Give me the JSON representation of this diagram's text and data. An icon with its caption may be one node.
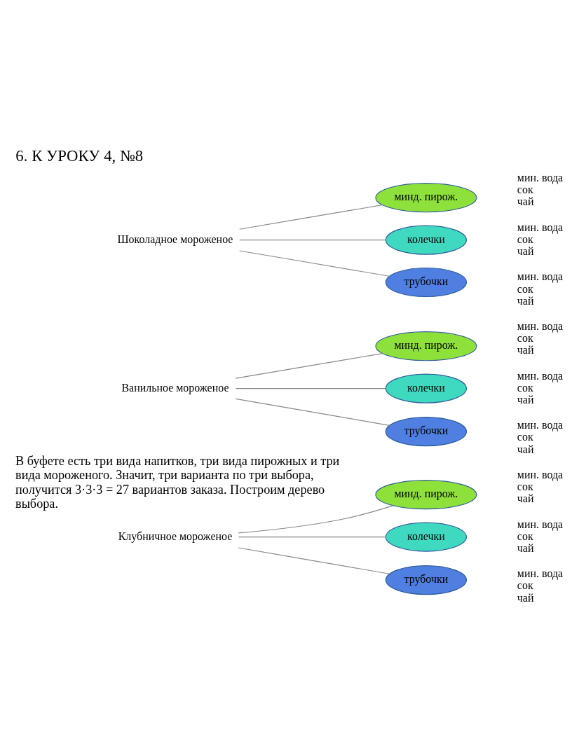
{
  "diagram": {
    "title": "6. К УРОКУ 4, №8",
    "nodes": [
      {
        "text": [
          "Клубничное мороженое"
        ]
      },
      {
        "text": [
          "минд. пирож."
        ],
        "beside": [
          "мин. вода",
          "сок",
          "чай"
        ]
      },
      {
        "text": [
          "колечки"
        ],
        "beside": [
          "мин. вода",
          "сок",
          "чай"
        ]
      },
      {
        "text": [
          "трубочки"
        ],
        "beside": [
          "мин. вода",
          "сок",
          "чай"
        ]
      },
      {
        "text": [
          "Ванильное мороженое"
        ]
      },
      {
        "text": [
          "минд. пирож."
        ],
        "beside": [
          "мин. вода",
          "сок",
          "чай"
        ]
      },
      {
        "text": [
          "колечки"
        ],
        "beside": [
          "мин. вода",
          "сок",
          "чай"
        ]
      },
      {
        "text": [
          "трубочки"
        ],
        "beside": [
          "мин. вода",
          "сок",
          "чай"
        ]
      },
      {
        "text": [
          "Шоколадное мороженое"
        ]
      },
      {
        "text": [
          "минд. пирож."
        ],
        "beside": [
          "мин. вода",
          "сок",
          "чай"
        ]
      },
      {
        "text": [
          "колечки"
        ],
        "beside": [
          "мин. вода",
          "сок",
          "чай"
        ]
      },
      {
        "text": [
          "трубочки"
        ],
        "beside": [
          "мин. вода",
          "сок",
          "чай"
        ]
      }
    ],
    "edges": [
      {
        "from": 0,
        "to": 1,
        "arrow": "none"
      },
      {
        "from": 0,
        "to": 2,
        "arrow": "none"
      },
      {
        "from": 0,
        "to": 3,
        "arrow": "none"
      },
      {
        "from": 4,
        "to": 5,
        "arrow": "none"
      },
      {
        "from": 4,
        "to": 6,
        "arrow": "none"
      },
      {
        "from": 4,
        "to": 7,
        "arrow": "none"
      },
      {
        "from": 8,
        "to": 9,
        "arrow": "none"
      },
      {
        "from": 8,
        "to": 10,
        "arrow": "none"
      },
      {
        "from": 8,
        "to": 11,
        "arrow": "none"
      }
    ],
    "labels": [
      "В буфете есть три вида напитков, три вида пирожных и три вида мороженого. Значит, три варианта по три выбора, получится 3·3·3 = 27 вариантов заказа. Построим дерево выбора."
    ]
  }
}
